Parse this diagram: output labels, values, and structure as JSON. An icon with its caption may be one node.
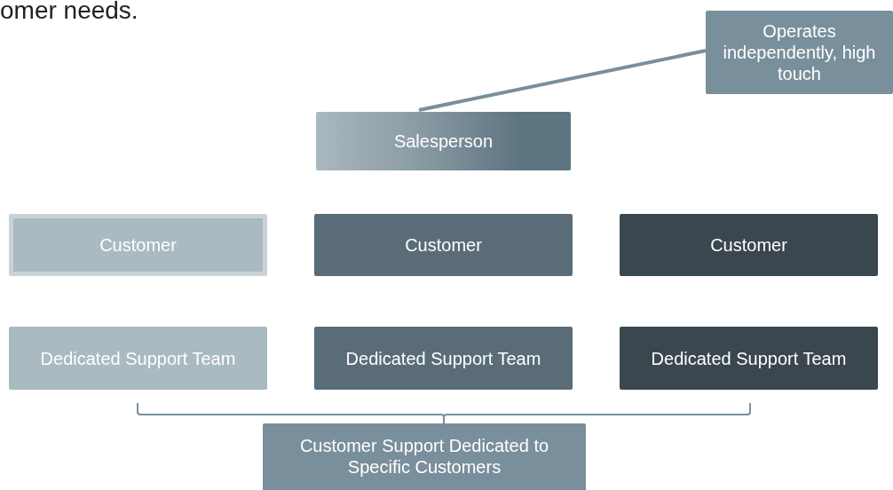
{
  "diagram": {
    "nodes": [
      {
        "text": [
          "Operates independently, high touch"
        ]
      },
      {
        "text": [
          "Salesperson"
        ]
      },
      {
        "text": [
          "Customer"
        ]
      },
      {
        "text": [
          "Customer"
        ]
      },
      {
        "text": [
          "Customer"
        ]
      },
      {
        "text": [
          "Dedicated Support Team"
        ]
      },
      {
        "text": [
          "Dedicated Support Team"
        ]
      },
      {
        "text": [
          "Dedicated Support Team"
        ]
      },
      {
        "text": [
          "Customer Support Dedicated to Specific Customers"
        ]
      }
    ],
    "edges": [
      {
        "from": 0,
        "to": 1,
        "arrow": "none"
      }
    ],
    "labels": [
      "omer needs."
    ]
  }
}
